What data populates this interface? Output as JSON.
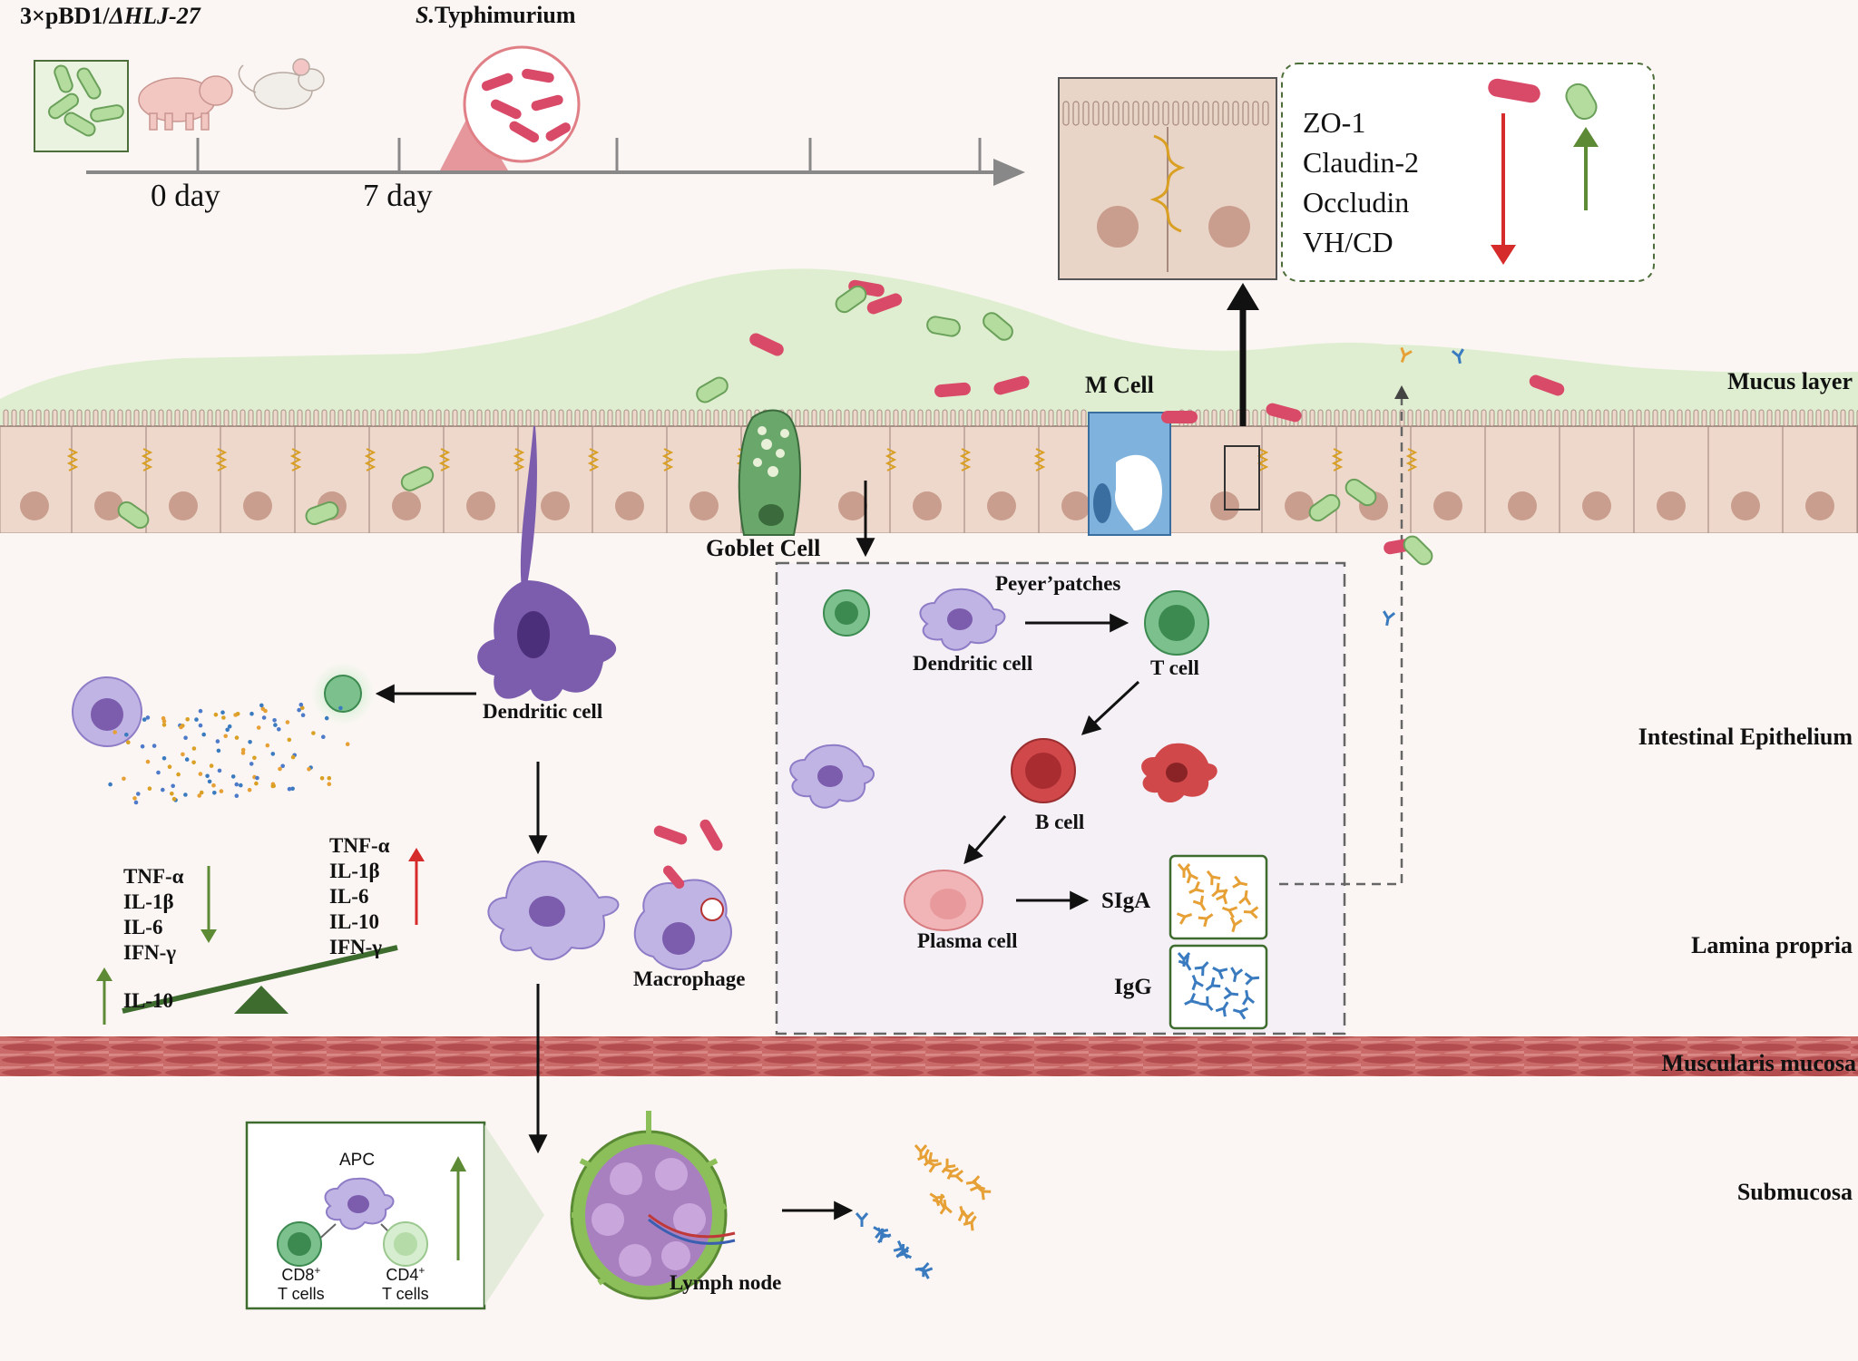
{
  "timeline": {
    "treatment": "3×pBD1/",
    "treatment_strain": "ΔHLJ-27",
    "challenge_genus": "S.",
    "challenge_species": "Typhimurium",
    "day0": "0 day",
    "day7": "7 day"
  },
  "junction_box": {
    "markers": [
      "ZO-1",
      "Claudin-2",
      "Occludin",
      "VH/CD"
    ]
  },
  "layers": {
    "mucus": "Mucus layer",
    "epithelium": "Intestinal Epithelium",
    "lamina": "Lamina propria",
    "muscularis": "Muscularis mucosa",
    "submucosa": "Submucosa"
  },
  "cells": {
    "m_cell": "M Cell",
    "goblet": "Goblet Cell",
    "dendritic_main": "Dendritic cell",
    "macrophage": "Macrophage",
    "lymph_node": "Lymph node"
  },
  "cytokines": {
    "down": [
      "TNF-α",
      "IL-1β",
      "IL-6",
      "IFN-γ"
    ],
    "up_il10": "IL-10",
    "up": [
      "TNF-α",
      "IL-1β",
      "IL-6",
      "IL-10",
      "IFN-γ"
    ]
  },
  "peyer": {
    "title": "Peyer’patches",
    "dendritic": "Dendritic cell",
    "t_cell": "T cell",
    "b_cell": "B cell",
    "plasma": "Plasma cell",
    "siga": "SIgA",
    "igg": "IgG"
  },
  "apc_box": {
    "apc": "APC",
    "cd8": "CD8",
    "cd4": "CD4",
    "sup": "+",
    "tcells": "T cells"
  },
  "colors": {
    "background": "#fbf6f3",
    "mucus": "#dfeed0",
    "epithelium": "#eed8cc",
    "nucleus": "#c99e8e",
    "tight_junction": "#d9a024",
    "bacteria_pathogen": "#d94a68",
    "bacteria_probiotic": "#b3dc9e",
    "dendritic": "#7b5cad",
    "plasma": "#f2b5b7",
    "b_cell": "#d0484a",
    "t_cell": "#7cc08e",
    "muscle": "#c05a5a",
    "arrow_down": "#d62b2b",
    "arrow_up": "#5d8a34",
    "siga": "#e6a035",
    "igg": "#3a7bc0"
  }
}
